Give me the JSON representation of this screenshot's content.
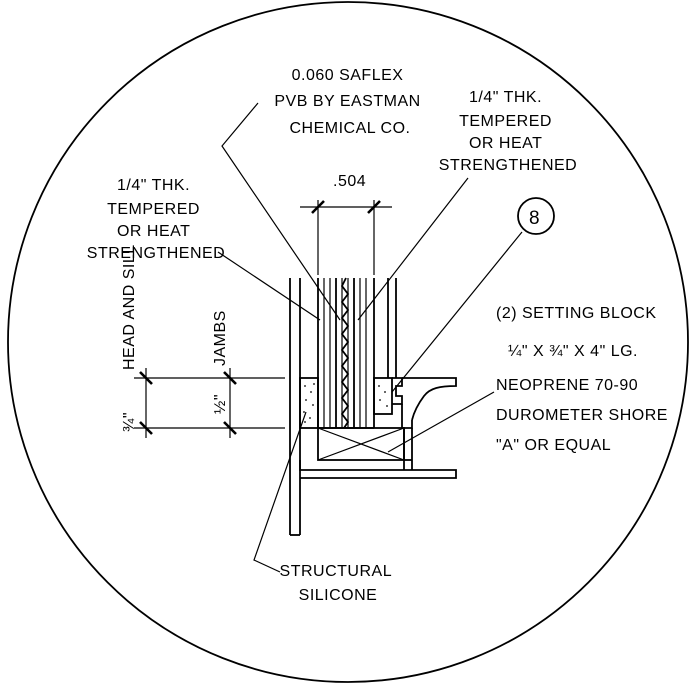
{
  "labels": {
    "saflex": [
      "0.060 SAFLEX",
      "PVB BY EASTMAN",
      "CHEMICAL CO."
    ],
    "glass_right": [
      "1/4\" THK.",
      "TEMPERED",
      "OR HEAT",
      "STRENGTHENED"
    ],
    "glass_left": [
      "1/4\" THK.",
      "TEMPERED",
      "OR HEAT",
      "STRENGTHENED"
    ],
    "dim_top": ".504",
    "detail_tag": "8",
    "jambs": "JAMBS",
    "head_sill": "HEAD AND SILL",
    "head_sill_frac": "¾\"",
    "jambs_frac": "½\"",
    "setting_block": [
      "(2) SETTING BLOCK",
      "¼\" X ¾\" X 4\" LG.",
      "NEOPRENE 70-90",
      "DUROMETER SHORE",
      "\"A\" OR EQUAL"
    ],
    "structural": [
      "STRUCTURAL",
      "SILICONE"
    ]
  }
}
